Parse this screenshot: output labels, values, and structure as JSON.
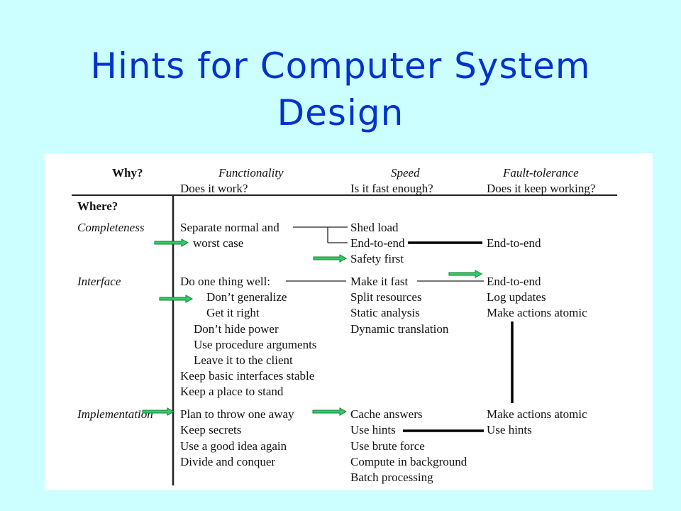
{
  "title": {
    "line1": "Hints for Computer System",
    "line2": "Design"
  },
  "headers": {
    "why": "Why?",
    "functionality": "Functionality",
    "functionality_q": "Does it work?",
    "speed": "Speed",
    "speed_q": "Is it fast enough?",
    "fault": "Fault-tolerance",
    "fault_q": "Does it keep working?",
    "where": "Where?"
  },
  "rows": {
    "completeness": "Completeness",
    "interface": "Interface",
    "implementation": "Implementation"
  },
  "functionality": {
    "completeness": [
      "Separate normal and",
      "worst case"
    ],
    "interface": [
      "Do one thing well:",
      "Don’t generalize",
      "Get it right",
      "Don’t hide power",
      "Use procedure arguments",
      "Leave it to the client",
      "Keep basic interfaces stable",
      "Keep a place to stand"
    ],
    "implementation": [
      "Plan to throw one away",
      "Keep secrets",
      "Use a good idea again",
      "Divide and conquer"
    ]
  },
  "speed": {
    "completeness": [
      "Shed load",
      "End-to-end",
      "Safety first"
    ],
    "interface": [
      "Make it fast",
      "Split resources",
      "Static analysis",
      "Dynamic translation"
    ],
    "implementation": [
      "Cache answers",
      "Use hints",
      "Use brute force",
      "Compute in background",
      "Batch processing"
    ]
  },
  "fault": {
    "completeness": [
      "End-to-end"
    ],
    "interface": [
      "End-to-end",
      "Log updates",
      "Make actions atomic"
    ],
    "implementation": [
      "Make actions atomic",
      "Use hints"
    ]
  },
  "colors": {
    "background": "#ccffff",
    "title": "#0033cc",
    "arrow_fill": "#33cc66",
    "arrow_stroke": "#1a7a3a"
  }
}
